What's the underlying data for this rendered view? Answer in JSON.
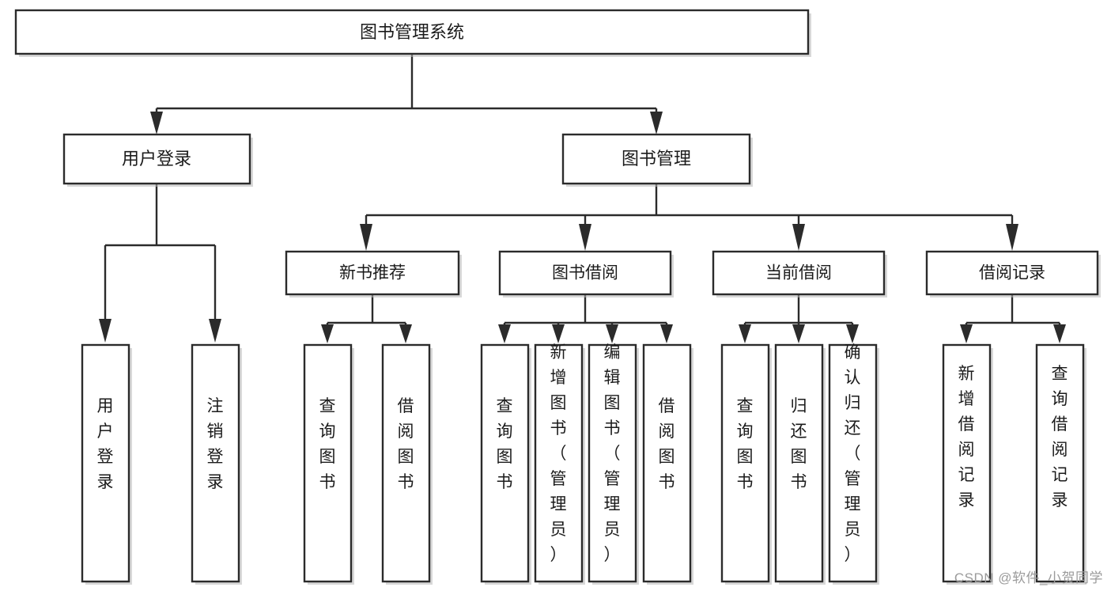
{
  "diagram": {
    "type": "tree-hierarchy-chart",
    "title": "图书管理系统",
    "background_color": "#ffffff",
    "box_stroke_color": "#2b2b2b",
    "text_color": "#1b1b1b",
    "root": {
      "label": "图书管理系统"
    },
    "level2": [
      {
        "label": "用户登录"
      },
      {
        "label": "图书管理"
      }
    ],
    "level3": [
      {
        "label": "新书推荐"
      },
      {
        "label": "图书借阅"
      },
      {
        "label": "当前借阅"
      },
      {
        "label": "借阅记录"
      }
    ],
    "leaves": {
      "user_login": [
        {
          "label": "用户登录"
        },
        {
          "label": "注销登录"
        }
      ],
      "new_book_recommend": [
        {
          "label": "查询图书"
        },
        {
          "label": "借阅图书"
        }
      ],
      "book_borrow": [
        {
          "label": "查询图书"
        },
        {
          "label": "新增图书（管理员）"
        },
        {
          "label": "编辑图书（管理员）"
        },
        {
          "label": "借阅图书"
        }
      ],
      "current_borrow": [
        {
          "label": "查询图书"
        },
        {
          "label": "归还图书"
        },
        {
          "label": "确认归还（管理员）"
        }
      ],
      "borrow_record": [
        {
          "label": "新增借阅记录"
        },
        {
          "label": "查询借阅记录"
        }
      ]
    }
  },
  "watermark": {
    "text": "CSDN @软件_小贺同学"
  }
}
